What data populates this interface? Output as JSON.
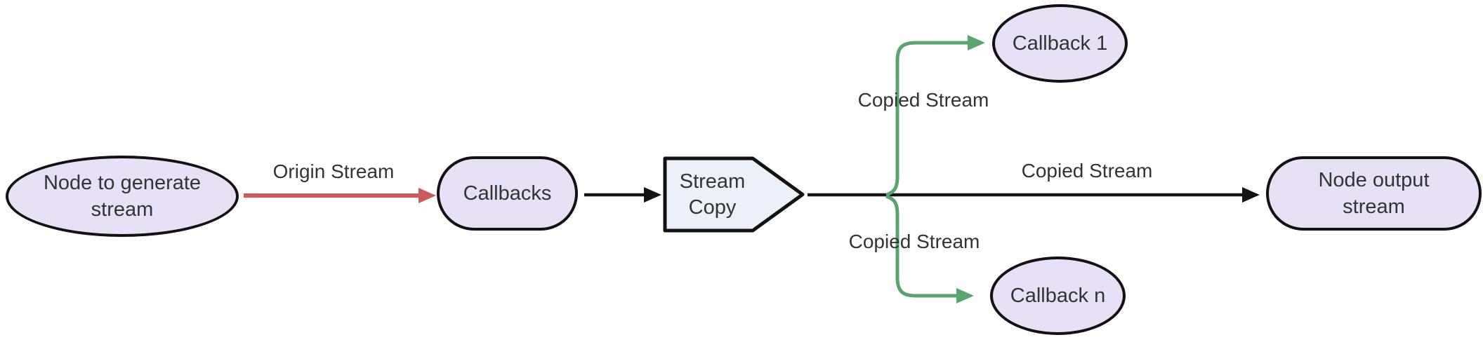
{
  "diagram": {
    "type": "flowchart",
    "direction": "left-to-right",
    "nodes": [
      {
        "id": "source",
        "label": "Node to generate stream",
        "shape": "ellipse"
      },
      {
        "id": "callbacks",
        "label": "Callbacks",
        "shape": "stadium"
      },
      {
        "id": "stream_copy",
        "label": "Stream Copy",
        "shape": "pentagon-arrow"
      },
      {
        "id": "callback_1",
        "label": "Callback 1",
        "shape": "ellipse"
      },
      {
        "id": "output",
        "label": "Node output stream",
        "shape": "stadium"
      },
      {
        "id": "callback_n",
        "label": "Callback n",
        "shape": "ellipse"
      }
    ],
    "edges": [
      {
        "from": "source",
        "to": "callbacks",
        "label": "Origin Stream",
        "color": "red"
      },
      {
        "from": "callbacks",
        "to": "stream_copy",
        "label": "",
        "color": "black"
      },
      {
        "from": "stream_copy",
        "to": "callback_1",
        "label": "Copied Stream",
        "color": "green"
      },
      {
        "from": "stream_copy",
        "to": "output",
        "label": "Copied Stream",
        "color": "black"
      },
      {
        "from": "stream_copy",
        "to": "callback_n",
        "label": "Copied Stream",
        "color": "green"
      }
    ]
  },
  "colors": {
    "node_fill_purple": "#E7E0F7",
    "node_fill_blue": "#ECF1F9",
    "node_border": "#121212",
    "edge_black": "#141414",
    "edge_red": "#CB5B5B",
    "edge_green": "#58A56F",
    "text": "#333333",
    "background": "#FFFFFF"
  }
}
